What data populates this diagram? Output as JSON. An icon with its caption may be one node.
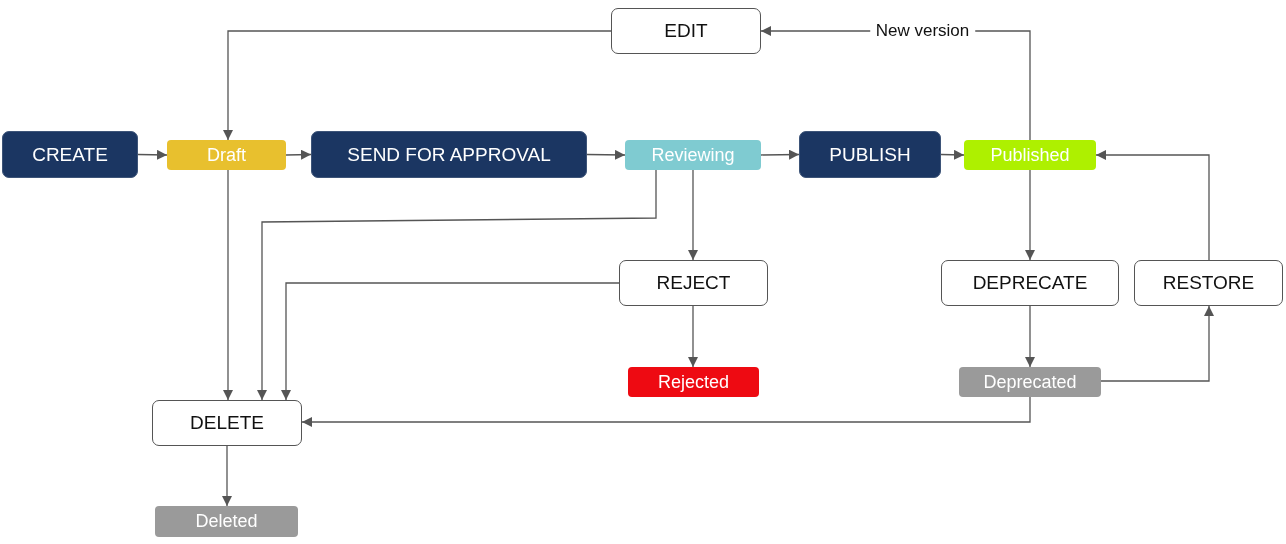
{
  "diagram": {
    "nodes": [
      {
        "text": [
          "EDIT"
        ]
      },
      {
        "text": [
          "CREATE"
        ]
      },
      {
        "text": [
          "Draft"
        ]
      },
      {
        "text": [
          "SEND FOR APPROVAL"
        ]
      },
      {
        "text": [
          "Reviewing"
        ]
      },
      {
        "text": [
          "PUBLISH"
        ]
      },
      {
        "text": [
          "Published"
        ]
      },
      {
        "text": [
          "REJECT"
        ]
      },
      {
        "text": [
          "DEPRECATE"
        ]
      },
      {
        "text": [
          "RESTORE"
        ]
      },
      {
        "text": [
          "Rejected"
        ]
      },
      {
        "text": [
          "Deprecated"
        ]
      },
      {
        "text": [
          "DELETE"
        ]
      },
      {
        "text": [
          "Deleted"
        ]
      }
    ],
    "edges": [
      {
        "from": 0,
        "to": 2,
        "arrow": "to"
      },
      {
        "from": 1,
        "to": 2,
        "arrow": "to"
      },
      {
        "from": 2,
        "to": 3,
        "arrow": "to"
      },
      {
        "from": 3,
        "to": 4,
        "arrow": "to"
      },
      {
        "from": 4,
        "to": 5,
        "arrow": "to"
      },
      {
        "from": 5,
        "to": 6,
        "arrow": "to"
      },
      {
        "from": 6,
        "to": 0,
        "arrow": "to",
        "label": "New version"
      },
      {
        "from": 2,
        "to": 12,
        "arrow": "to"
      },
      {
        "from": 4,
        "to": 12,
        "arrow": "to"
      },
      {
        "from": 4,
        "to": 7,
        "arrow": "to"
      },
      {
        "from": 7,
        "to": 12,
        "arrow": "to"
      },
      {
        "from": 7,
        "to": 10,
        "arrow": "to"
      },
      {
        "from": 6,
        "to": 8,
        "arrow": "to"
      },
      {
        "from": 8,
        "to": 11,
        "arrow": "to"
      },
      {
        "from": 11,
        "to": 9,
        "arrow": "to"
      },
      {
        "from": 9,
        "to": 6,
        "arrow": "to"
      },
      {
        "from": 11,
        "to": 12,
        "arrow": "to"
      },
      {
        "from": 12,
        "to": 13,
        "arrow": "to"
      }
    ]
  }
}
